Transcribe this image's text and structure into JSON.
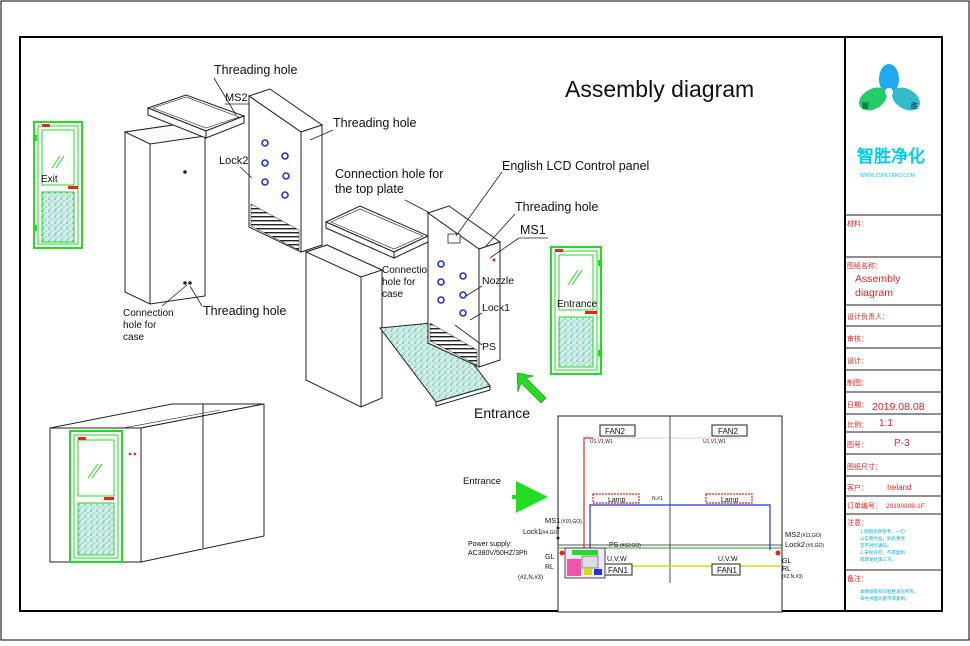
{
  "title": "Assembly diagram",
  "labels": {
    "threading_hole_top": "Threading hole",
    "ms2_top": "MS2",
    "threading_hole_right": "Threading hole",
    "lock2_top": "Lock2",
    "connection_top_plate_1": "Connection hole for",
    "connection_top_plate_2": "the top plate",
    "lcd_panel": "English LCD Control panel",
    "threading_hole_mid": "Threading hole",
    "ms1_top": "MS1",
    "connection_case_mid_1": "Connection",
    "connection_case_mid_2": "hole for",
    "connection_case_mid_3": "case",
    "nozzle": "Nozzle",
    "lock1": "Lock1",
    "ps": "PS",
    "connection_case_left_1": "Connection",
    "connection_case_left_2": "hole for",
    "connection_case_left_3": "case",
    "threading_hole_left": "Threading hole",
    "entrance_bold": "Entrance",
    "exit_door": "Exit",
    "entrance_door": "Entrance"
  },
  "wiring": {
    "entrance": "Entrance",
    "fan2_left": "FAN2",
    "fan2_right": "FAN2",
    "fan2_left_sub": "U1,V1,W1",
    "fan2_right_sub": "U1,V1,W1",
    "lamp_left": "Lamp",
    "lamp_right": "Lamp",
    "lamp_mid": "N,#1",
    "ms1": "MS1",
    "ms1_sub": "(#10,GO)",
    "lock1": "Lock1",
    "lock1_sub": "(#4,GO)",
    "ms2": "MS2",
    "ms2_sub": "(#11,GO)",
    "lock2": "Lock2",
    "lock2_sub": "(#5,GO)",
    "ps": "PS",
    "ps_sub": "(#12,GO)",
    "power_1": "Power supply:",
    "power_2": "AC380V/50HZ/3Ph",
    "gl_left": "GL",
    "rl_left": "RL",
    "gl_right": "GL",
    "rl_right": "RL",
    "gr_right_sub": "(#2,N,#3)",
    "gl_left_sub": "(#2,N,#3)",
    "uvw_left": "U,V,W",
    "uvw_right": "U,V,W",
    "fan1_left": "FAN1",
    "fan1_right": "FAN1"
  },
  "title_block": {
    "company_cn": "智胜净化",
    "website": "WWW.ZSFILTERS.COM",
    "logo_left": "智",
    "logo_right": "胜",
    "material_label": "材料：",
    "drawing_name_label": "图纸名称：",
    "drawing_name_1": "Assembly",
    "drawing_name_2": "diagram",
    "designer_label": "设计负责人：",
    "review_label": "审核：",
    "design_label": "设计：",
    "draw_label": "制图：",
    "date_label": "日期：",
    "date_value": "2019.08.08",
    "scale_label": "比例：",
    "scale_value": "1:1",
    "sheet_label": "图号：",
    "sheet_value": "P-3",
    "size_label": "图纸尺寸：",
    "client_label": "客户：",
    "client_value": "Ireland",
    "order_label": "订单编号：",
    "order_value": "20190808-1F",
    "notes_label": "注意：",
    "notes_text_1": "1.图纸仅供参考，一切",
    "notes_text_2": "以实物为准，如有更改",
    "notes_text_3": "恕不另行通知。",
    "notes_text_4": "2.未经许可，不得复制",
    "notes_text_5": "或转发给第三方。",
    "remarks_label": "备注：",
    "remarks_text_1": "本图纸版权归智胜净化所有，",
    "remarks_text_2": "未经书面同意不得复制。"
  },
  "colors": {
    "green": "#22dd22",
    "cyan": "#00ccee",
    "red": "#ee2222",
    "blue": "#2233dd",
    "yellow": "#dddd00",
    "pink": "#ee55aa"
  }
}
